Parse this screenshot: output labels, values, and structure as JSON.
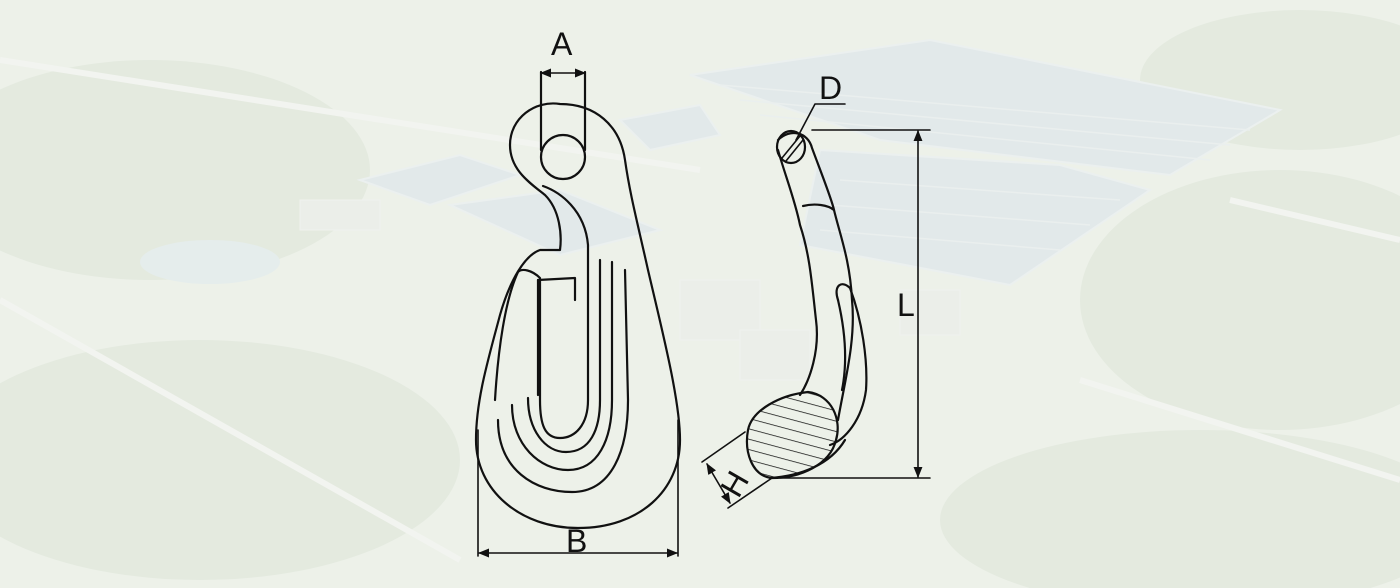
{
  "labels": {
    "A": "A",
    "B": "B",
    "D": "D",
    "H": "H",
    "L": "L"
  },
  "colors": {
    "line": "#111111",
    "background_tint": "#eef1ea",
    "field_green": "#c9d4bf",
    "roof_blue": "#c7d3de"
  }
}
